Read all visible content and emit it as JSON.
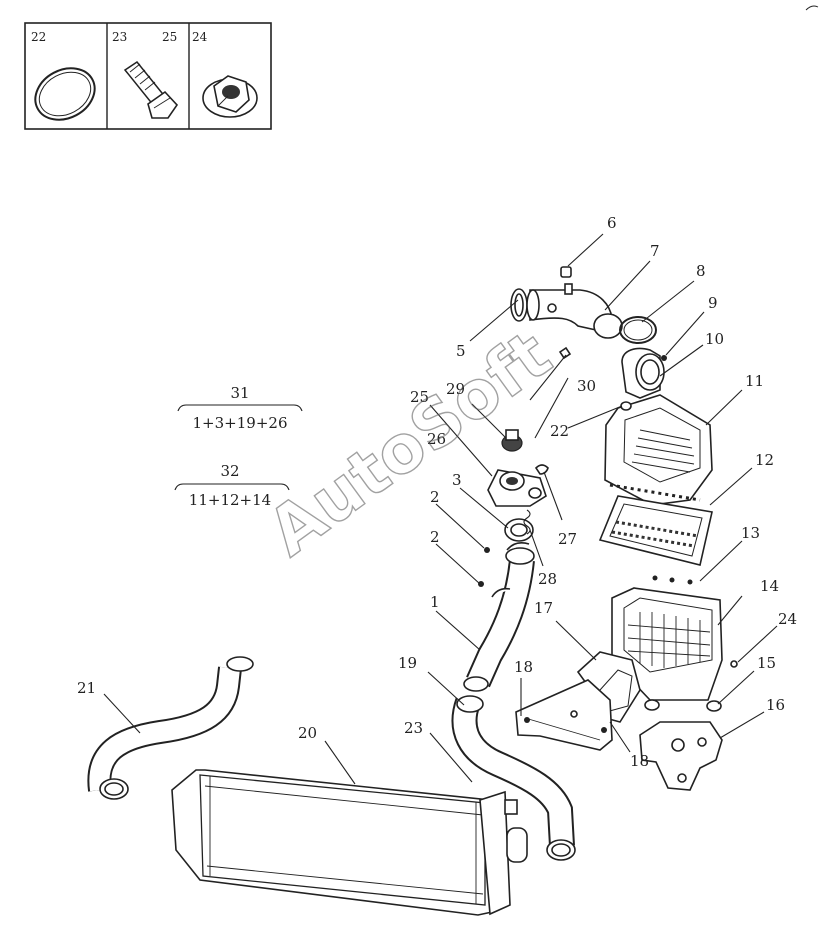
{
  "legend": [
    {
      "labels": [
        "22"
      ],
      "icon": "o-ring-icon"
    },
    {
      "labels": [
        "23",
        "25"
      ],
      "icon": "bolt-icon"
    },
    {
      "labels": [
        "24"
      ],
      "icon": "flange-nut-icon"
    }
  ],
  "formulas": [
    {
      "part": "31",
      "components": "1+3+19+26"
    },
    {
      "part": "32",
      "components": "11+12+14"
    }
  ],
  "callouts": [
    "1",
    "2",
    "2",
    "3",
    "5",
    "6",
    "7",
    "8",
    "9",
    "10",
    "11",
    "12",
    "13",
    "14",
    "15",
    "16",
    "17",
    "18",
    "18",
    "19",
    "20",
    "21",
    "22",
    "23",
    "24",
    "25",
    "26",
    "27",
    "28",
    "29",
    "30"
  ],
  "watermark": "AutoSoft"
}
